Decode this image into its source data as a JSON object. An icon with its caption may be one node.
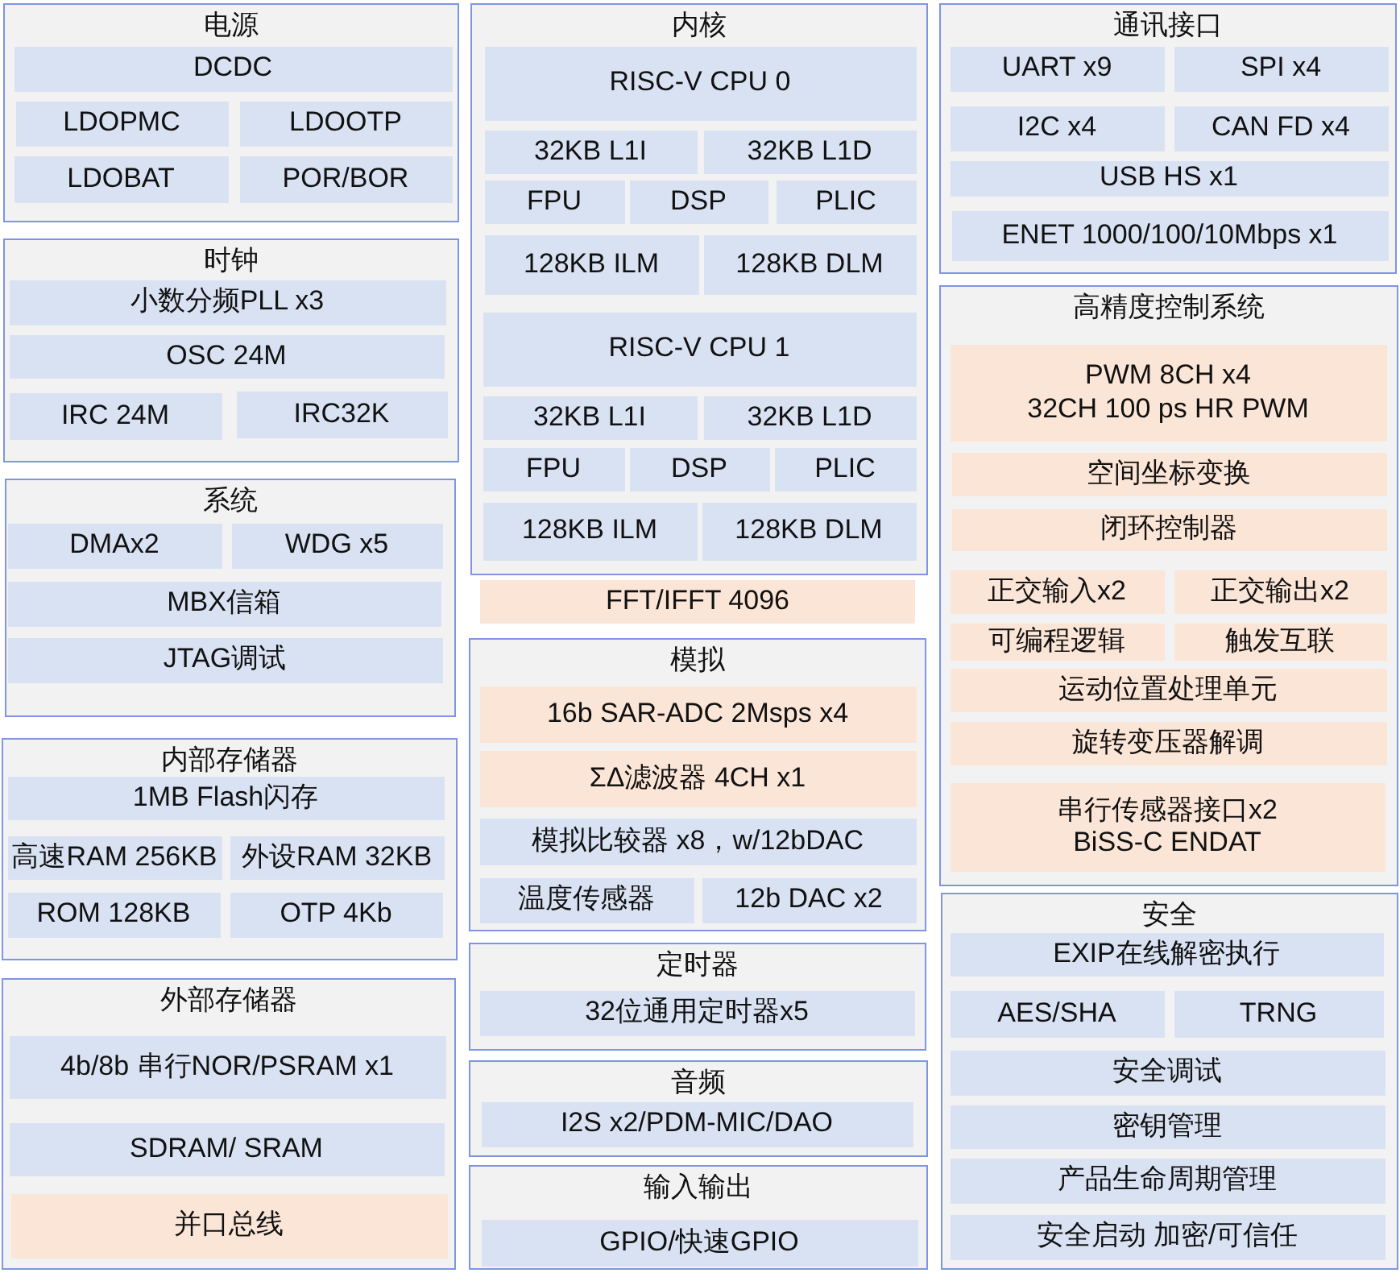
{
  "diagram": {
    "nodes": [
      {
        "text": [
          "电源"
        ]
      },
      {
        "text": [
          "DCDC"
        ],
        "in": 0
      },
      {
        "text": [
          "LDOPMC"
        ],
        "in": 0
      },
      {
        "text": [
          "LDOOTP"
        ],
        "in": 0
      },
      {
        "text": [
          "LDOBAT"
        ],
        "in": 0
      },
      {
        "text": [
          "POR/BOR"
        ],
        "in": 0
      },
      {
        "text": [
          "时钟"
        ]
      },
      {
        "text": [
          "小数分频PLL x3"
        ],
        "in": 6
      },
      {
        "text": [
          "OSC 24M"
        ],
        "in": 6
      },
      {
        "text": [
          "IRC 24M"
        ],
        "in": 6
      },
      {
        "text": [
          "IRC32K"
        ],
        "in": 6
      },
      {
        "text": [
          "系统"
        ]
      },
      {
        "text": [
          "DMAx2"
        ],
        "in": 11
      },
      {
        "text": [
          "WDG x5"
        ],
        "in": 11
      },
      {
        "text": [
          "MBX信箱"
        ],
        "in": 11
      },
      {
        "text": [
          "JTAG调试"
        ],
        "in": 11
      },
      {
        "text": [
          "内部存储器"
        ]
      },
      {
        "text": [
          "1MB Flash闪存"
        ],
        "in": 16
      },
      {
        "text": [
          "高速RAM 256KB"
        ],
        "in": 16
      },
      {
        "text": [
          "外设RAM 32KB"
        ],
        "in": 16
      },
      {
        "text": [
          "ROM 128KB"
        ],
        "in": 16
      },
      {
        "text": [
          "OTP 4Kb"
        ],
        "in": 16
      },
      {
        "text": [
          "外部存储器"
        ]
      },
      {
        "text": [
          "4b/8b 串行NOR/PSRAM x1"
        ],
        "in": 22
      },
      {
        "text": [
          "SDRAM/ SRAM"
        ],
        "in": 22
      },
      {
        "text": [
          "并口总线"
        ],
        "in": 22
      },
      {
        "text": [
          "内核"
        ]
      },
      {
        "text": [
          "RISC-V CPU 0"
        ],
        "in": 26
      },
      {
        "text": [
          "32KB L1I"
        ],
        "in": 26
      },
      {
        "text": [
          "32KB L1D"
        ],
        "in": 26
      },
      {
        "text": [
          "FPU"
        ],
        "in": 26
      },
      {
        "text": [
          "DSP"
        ],
        "in": 26
      },
      {
        "text": [
          "PLIC"
        ],
        "in": 26
      },
      {
        "text": [
          "128KB ILM"
        ],
        "in": 26
      },
      {
        "text": [
          "128KB DLM"
        ],
        "in": 26
      },
      {
        "text": [
          "RISC-V CPU 1"
        ],
        "in": 26
      },
      {
        "text": [
          "32KB L1I"
        ],
        "in": 26
      },
      {
        "text": [
          "32KB L1D"
        ],
        "in": 26
      },
      {
        "text": [
          "FPU"
        ],
        "in": 26
      },
      {
        "text": [
          "DSP"
        ],
        "in": 26
      },
      {
        "text": [
          "PLIC"
        ],
        "in": 26
      },
      {
        "text": [
          "128KB ILM"
        ],
        "in": 26
      },
      {
        "text": [
          "128KB DLM"
        ],
        "in": 26
      },
      {
        "text": [
          "FFT/IFFT 4096"
        ]
      },
      {
        "text": [
          "模拟"
        ]
      },
      {
        "text": [
          "16b SAR-ADC 2Msps x4"
        ],
        "in": 44
      },
      {
        "text": [
          "ΣΔ滤波器 4CH x1"
        ],
        "in": 44
      },
      {
        "text": [
          "模拟比较器 x8，w/12bDAC"
        ],
        "in": 44
      },
      {
        "text": [
          "温度传感器"
        ],
        "in": 44
      },
      {
        "text": [
          "12b DAC x2"
        ],
        "in": 44
      },
      {
        "text": [
          "定时器"
        ]
      },
      {
        "text": [
          "32位通用定时器x5"
        ],
        "in": 50
      },
      {
        "text": [
          "音频"
        ]
      },
      {
        "text": [
          "I2S x2/PDM-MIC/DAO"
        ],
        "in": 52
      },
      {
        "text": [
          "输入输出"
        ]
      },
      {
        "text": [
          "GPIO/快速GPIO"
        ],
        "in": 54
      },
      {
        "text": [
          "通讯接口"
        ]
      },
      {
        "text": [
          "UART x9"
        ],
        "in": 56
      },
      {
        "text": [
          "SPI x4"
        ],
        "in": 56
      },
      {
        "text": [
          "I2C x4"
        ],
        "in": 56
      },
      {
        "text": [
          "CAN FD x4"
        ],
        "in": 56
      },
      {
        "text": [
          "USB HS x1"
        ],
        "in": 56
      },
      {
        "text": [
          "ENET 1000/100/10Mbps x1"
        ],
        "in": 56
      },
      {
        "text": [
          "高精度控制系统"
        ]
      },
      {
        "text": [
          "PWM 8CH x4",
          "32CH 100 ps HR PWM"
        ],
        "in": 63
      },
      {
        "text": [
          "空间坐标变换"
        ],
        "in": 63
      },
      {
        "text": [
          "闭环控制器"
        ],
        "in": 63
      },
      {
        "text": [
          "正交输入x2"
        ],
        "in": 63
      },
      {
        "text": [
          "正交输出x2"
        ],
        "in": 63
      },
      {
        "text": [
          "可编程逻辑"
        ],
        "in": 63
      },
      {
        "text": [
          "触发互联"
        ],
        "in": 63
      },
      {
        "text": [
          "运动位置处理单元"
        ],
        "in": 63
      },
      {
        "text": [
          "旋转变压器解调"
        ],
        "in": 63
      },
      {
        "text": [
          "串行传感器接口x2",
          "BiSS-C ENDAT"
        ],
        "in": 63
      },
      {
        "text": [
          "安全"
        ]
      },
      {
        "text": [
          "EXIP在线解密执行"
        ],
        "in": 74
      },
      {
        "text": [
          "AES/SHA"
        ],
        "in": 74
      },
      {
        "text": [
          "TRNG"
        ],
        "in": 74
      },
      {
        "text": [
          "安全调试"
        ],
        "in": 74
      },
      {
        "text": [
          "密钥管理"
        ],
        "in": 74
      },
      {
        "text": [
          "产品生命周期管理"
        ],
        "in": 74
      },
      {
        "text": [
          "安全启动 加密/可信任"
        ],
        "in": 74
      }
    ]
  }
}
